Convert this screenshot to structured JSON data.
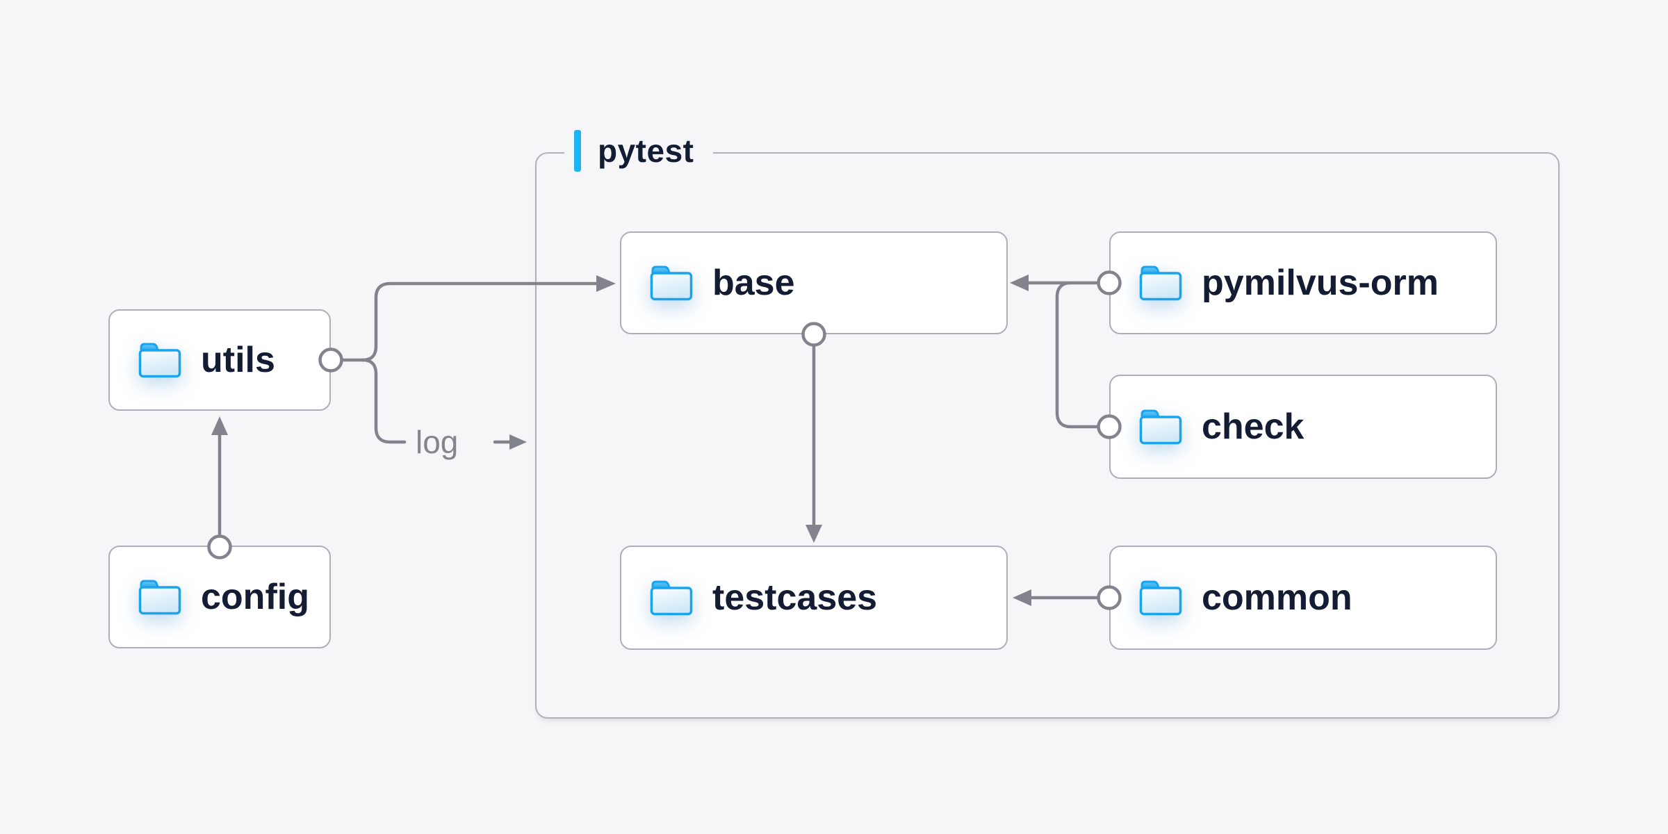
{
  "diagram": {
    "background": "#f6f6f8",
    "group": {
      "label": "pytest",
      "accent_color": "#1db4f5",
      "border_color": "#b1b1bd",
      "members": [
        "base",
        "testcases",
        "pymilvus-orm",
        "check",
        "common"
      ]
    },
    "nodes": [
      {
        "id": "utils",
        "label": "utils",
        "icon": "folder-icon",
        "inside_group": false
      },
      {
        "id": "config",
        "label": "config",
        "icon": "folder-icon",
        "inside_group": false
      },
      {
        "id": "base",
        "label": "base",
        "icon": "folder-icon",
        "inside_group": true
      },
      {
        "id": "testcases",
        "label": "testcases",
        "icon": "folder-icon",
        "inside_group": true
      },
      {
        "id": "pymilvus-orm",
        "label": "pymilvus-orm",
        "icon": "folder-icon",
        "inside_group": true
      },
      {
        "id": "check",
        "label": "check",
        "icon": "folder-icon",
        "inside_group": true
      },
      {
        "id": "common",
        "label": "common",
        "icon": "folder-icon",
        "inside_group": true
      }
    ],
    "edges": [
      {
        "from": "config",
        "to": "utils"
      },
      {
        "from": "utils",
        "to": "base"
      },
      {
        "from": "utils",
        "to": "log"
      },
      {
        "from": "base",
        "to": "testcases"
      },
      {
        "from": "pymilvus-orm",
        "to": "base"
      },
      {
        "from": "check",
        "to": "base"
      },
      {
        "from": "common",
        "to": "testcases"
      }
    ],
    "log_label": "log",
    "colors": {
      "node_bg": "#ffffff",
      "node_border": "#aeaeb8",
      "node_text": "#131c33",
      "connector": "#83838d",
      "log_text": "#85858f",
      "folder_stroke": "#19a4ed",
      "folder_tab_top": "#66c8f4",
      "folder_tab_bottom": "#1e9fe8",
      "folder_body_top": "#fbfdff",
      "folder_body_bottom": "#cfe9f8"
    }
  }
}
